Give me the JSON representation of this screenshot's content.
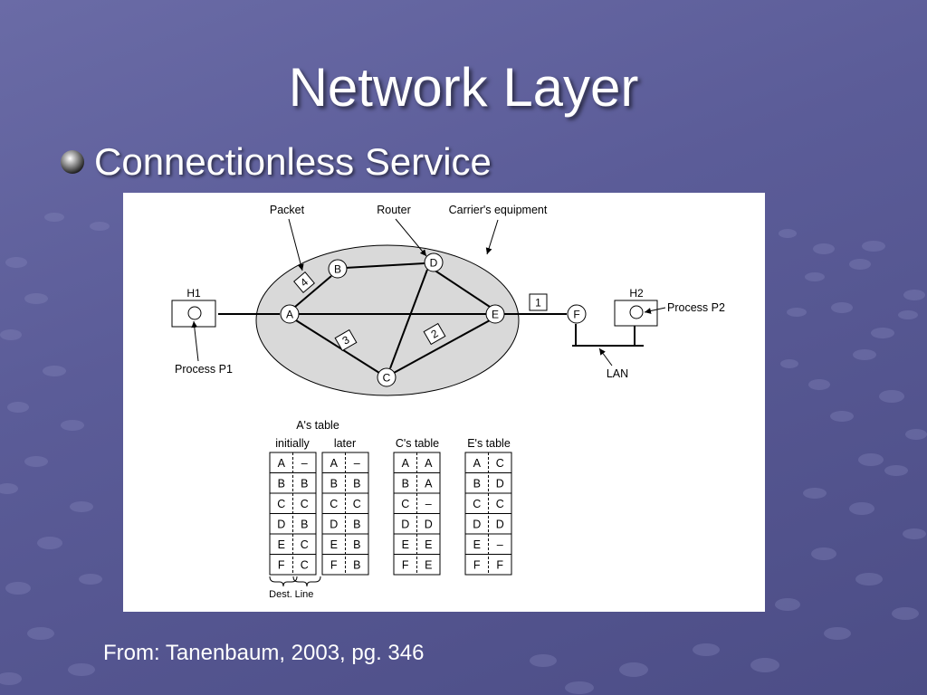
{
  "slide": {
    "title": "Network Layer",
    "bullet": "Connectionless Service",
    "citation": "From: Tanenbaum, 2003, pg. 346"
  },
  "figure": {
    "callouts": {
      "packet": "Packet",
      "router": "Router",
      "carrier": "Carrier's equipment",
      "process_p1": "Process P1",
      "process_p2": "Process P2",
      "lan": "LAN"
    },
    "hosts": {
      "h1": "H1",
      "h2": "H2"
    },
    "routers": {
      "a": "A",
      "b": "B",
      "c": "C",
      "d": "D",
      "e": "E",
      "f": "F"
    },
    "packets": {
      "p1": "1",
      "p2": "2",
      "p3": "3",
      "p4": "4"
    },
    "tables": {
      "a_table_title": "A's table",
      "a_initially": {
        "label": "initially",
        "rows": [
          [
            "A",
            "–"
          ],
          [
            "B",
            "B"
          ],
          [
            "C",
            "C"
          ],
          [
            "D",
            "B"
          ],
          [
            "E",
            "C"
          ],
          [
            "F",
            "C"
          ]
        ]
      },
      "a_later": {
        "label": "later",
        "rows": [
          [
            "A",
            "–"
          ],
          [
            "B",
            "B"
          ],
          [
            "C",
            "C"
          ],
          [
            "D",
            "B"
          ],
          [
            "E",
            "B"
          ],
          [
            "F",
            "B"
          ]
        ]
      },
      "c_table": {
        "label": "C's table",
        "rows": [
          [
            "A",
            "A"
          ],
          [
            "B",
            "A"
          ],
          [
            "C",
            "–"
          ],
          [
            "D",
            "D"
          ],
          [
            "E",
            "E"
          ],
          [
            "F",
            "E"
          ]
        ]
      },
      "e_table": {
        "label": "E's table",
        "rows": [
          [
            "A",
            "C"
          ],
          [
            "B",
            "D"
          ],
          [
            "C",
            "C"
          ],
          [
            "D",
            "D"
          ],
          [
            "E",
            "–"
          ],
          [
            "F",
            "F"
          ]
        ]
      },
      "dest_label": "Dest.",
      "line_label": "Line"
    }
  }
}
